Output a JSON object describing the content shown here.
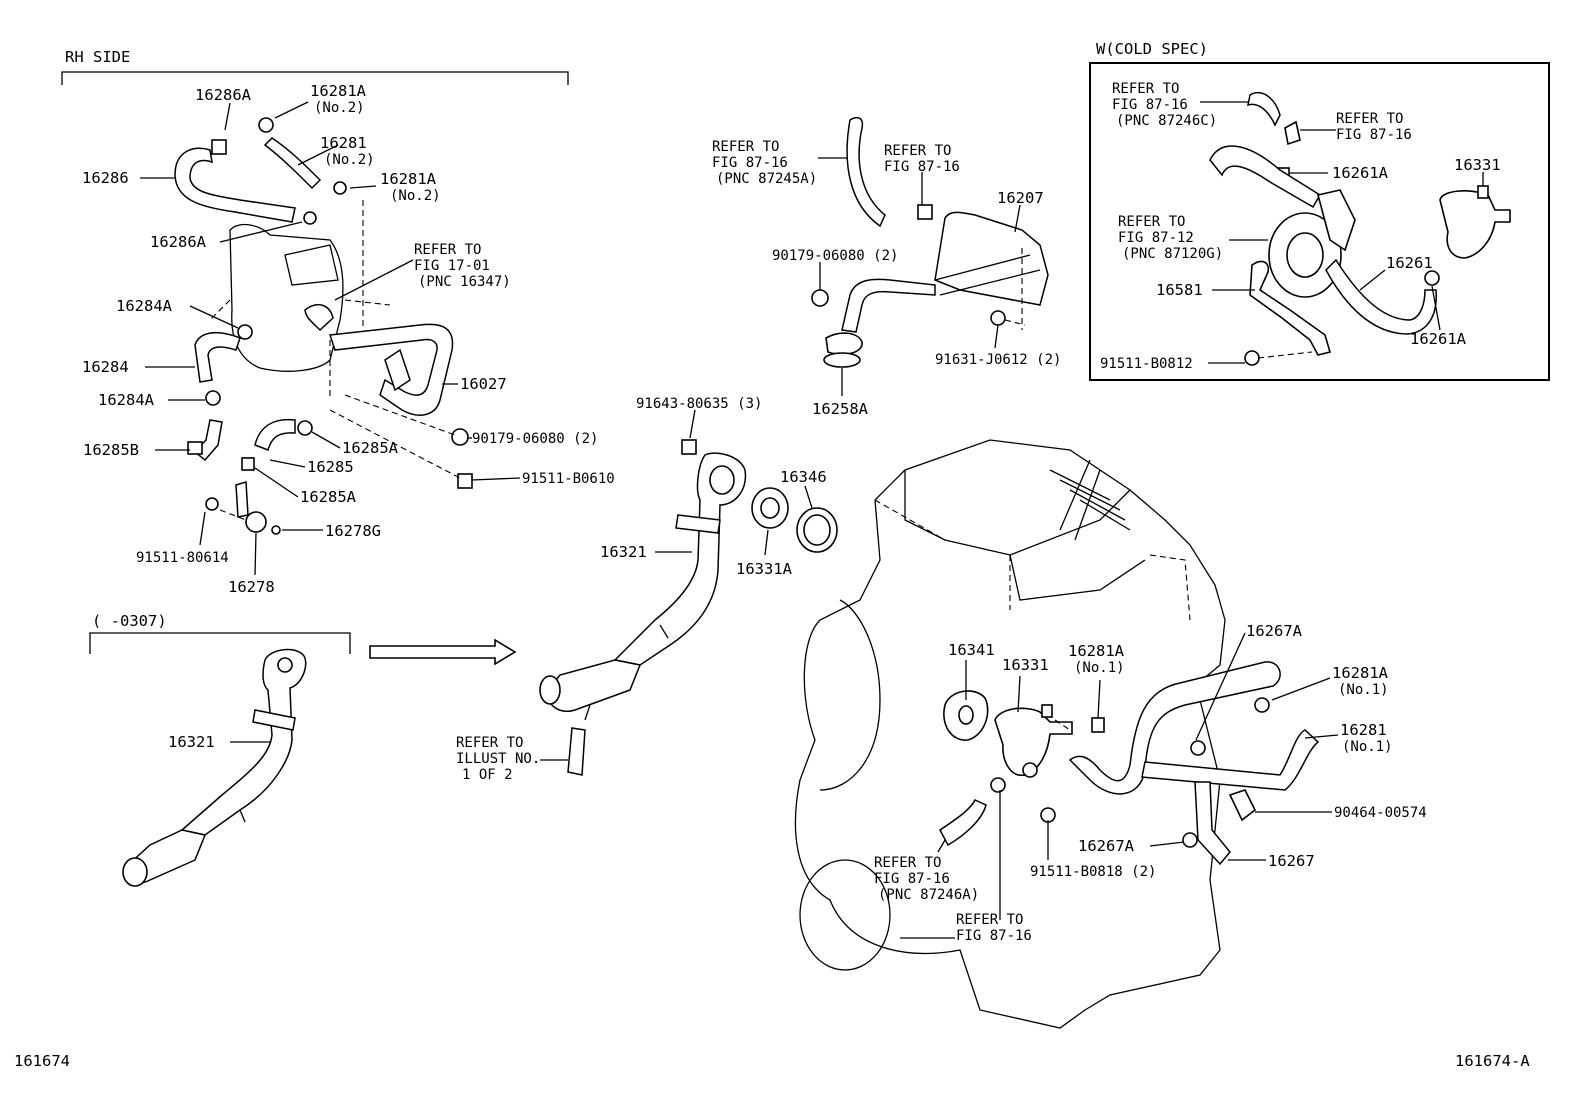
{
  "sections": {
    "rh_side": "RH SIDE",
    "cold_spec": "W(COLD SPEC)",
    "range": "(      -0307)"
  },
  "footer": {
    "left": "161674",
    "right": "161674-A"
  },
  "labels": {
    "p16286A_top": "16286A",
    "p16281A_no2_a": "16281A",
    "p16281A_no2_a_sub": "(No.2)",
    "p16281_no2": "16281",
    "p16281_no2_sub": "(No.2)",
    "p16281A_no2_b": "16281A",
    "p16281A_no2_b_sub": "(No.2)",
    "p16286": "16286",
    "p16286A_mid": "16286A",
    "refer_1701_a": "REFER TO",
    "refer_1701_b": "FIG 17-01",
    "refer_1701_c": "(PNC 16347)",
    "p16284A_a": "16284A",
    "p16284": "16284",
    "p16284A_b": "16284A",
    "p16027": "16027",
    "p16285B": "16285B",
    "p16285A_a": "16285A",
    "p16285": "16285",
    "p16285A_b": "16285A",
    "p90179_06080_left": "90179-06080 (2)",
    "p91511_B0610": "91511-B0610",
    "p16278G": "16278G",
    "p91511_80614": "91511-80614",
    "p16278": "16278",
    "p16321_left": "16321",
    "refer_8716_245_a": "REFER TO",
    "refer_8716_245_b": "FIG 87-16",
    "refer_8716_245_c": "(PNC 87245A)",
    "refer_8716_mid_a": "REFER TO",
    "refer_8716_mid_b": "FIG 87-16",
    "p16207": "16207",
    "p90179_06080_mid": "90179-06080 (2)",
    "p91631_J0612": "91631-J0612 (2)",
    "p16258A": "16258A",
    "p91643_80635": "91643-80635 (3)",
    "p16346": "16346",
    "p16321_mid": "16321",
    "p16331A": "16331A",
    "refer_illust_a": "REFER TO",
    "refer_illust_b": "ILLUST NO.",
    "refer_illust_c": "1 OF 2",
    "cs_refer_246c_a": "REFER TO",
    "cs_refer_246c_b": "FIG 87-16",
    "cs_refer_246c_c": "(PNC 87246C)",
    "cs_refer_8716_a": "REFER TO",
    "cs_refer_8716_b": "FIG 87-16",
    "cs_16261A_a": "16261A",
    "cs_16331": "16331",
    "cs_refer_8712_a": "REFER TO",
    "cs_refer_8712_b": "FIG 87-12",
    "cs_refer_8712_c": "(PNC 87120G)",
    "cs_16261": "16261",
    "cs_16581": "16581",
    "cs_16261A_b": "16261A",
    "cs_91511_B0812": "91511-B0812",
    "p16267A_top": "16267A",
    "p16341": "16341",
    "p16331": "16331",
    "p16281A_no1_a": "16281A",
    "p16281A_no1_a_sub": "(No.1)",
    "p16281A_no1_b": "16281A",
    "p16281A_no1_b_sub": "(No.1)",
    "p16281_no1": "16281",
    "p16281_no1_sub": "(No.1)",
    "p90464_00574": "90464-00574",
    "p16267A_bot": "16267A",
    "p16267": "16267",
    "p91511_B0818": "91511-B0818 (2)",
    "refer_246a_a": "REFER TO",
    "refer_246a_b": "FIG 87-16",
    "refer_246a_c": "(PNC 87246A)",
    "refer_8716_bot_a": "REFER TO",
    "refer_8716_bot_b": "FIG 87-16"
  }
}
